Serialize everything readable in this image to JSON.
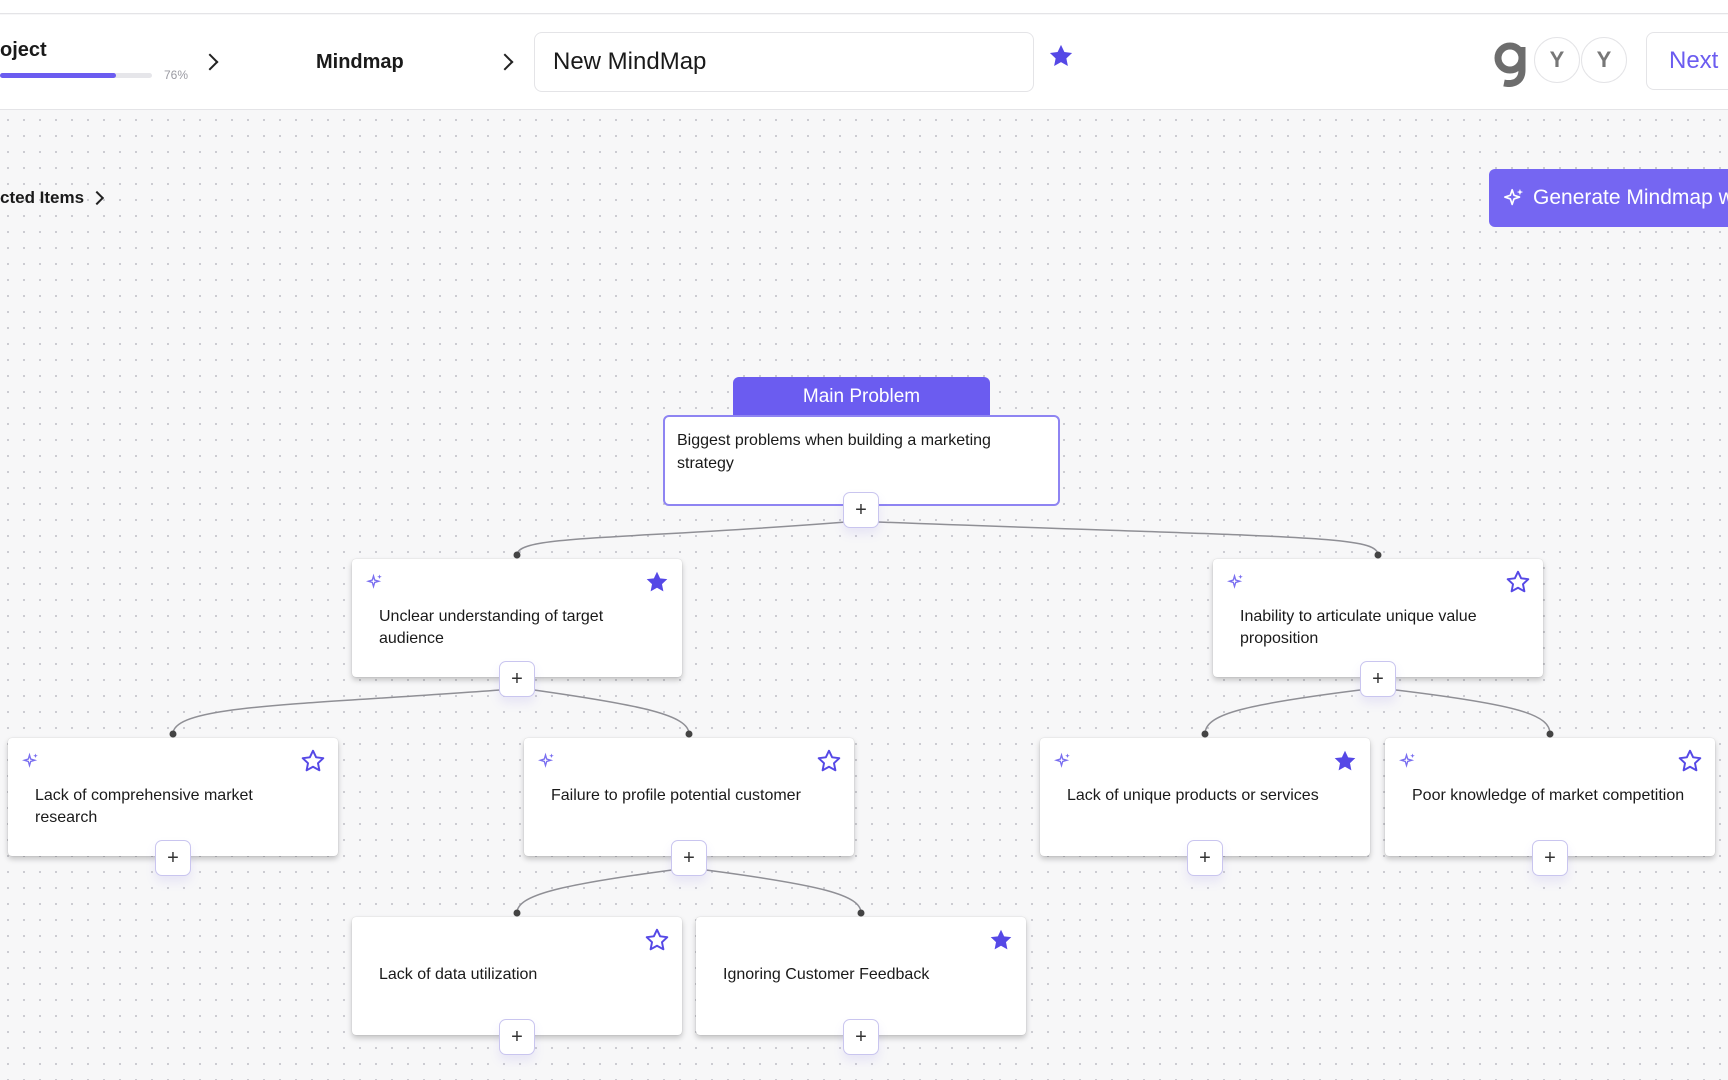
{
  "header": {
    "project_title": "oject",
    "progress_percent": 76,
    "progress_label": "76%",
    "breadcrumb_current": "Mindmap",
    "mindmap_name": "New MindMap",
    "avatars": [
      "Y",
      "Y"
    ],
    "next_label": "Next"
  },
  "toolbar": {
    "selected_items_label": "cted Items",
    "generate_label": "Generate Mindmap w"
  },
  "colors": {
    "accent": "#6b5cf0",
    "button": "#7566f2",
    "border": "#e4e4e7"
  },
  "mindmap": {
    "main_label": "Main Problem",
    "main_text": "Biggest problems when building a marketing strategy",
    "nodes": [
      {
        "text": "Unclear understanding of target audience",
        "starred": true
      },
      {
        "text": "Inability to articulate unique value proposition",
        "starred": false
      },
      {
        "text": "Lack of comprehensive market research",
        "starred": false
      },
      {
        "text": "Failure to profile potential customer",
        "starred": false
      },
      {
        "text": "Lack of unique products or services",
        "starred": true
      },
      {
        "text": "Poor knowledge of market competition",
        "starred": false
      },
      {
        "text": "Lack of data utilization",
        "starred": false
      },
      {
        "text": "Ignoring Customer Feedback",
        "starred": true
      }
    ]
  }
}
